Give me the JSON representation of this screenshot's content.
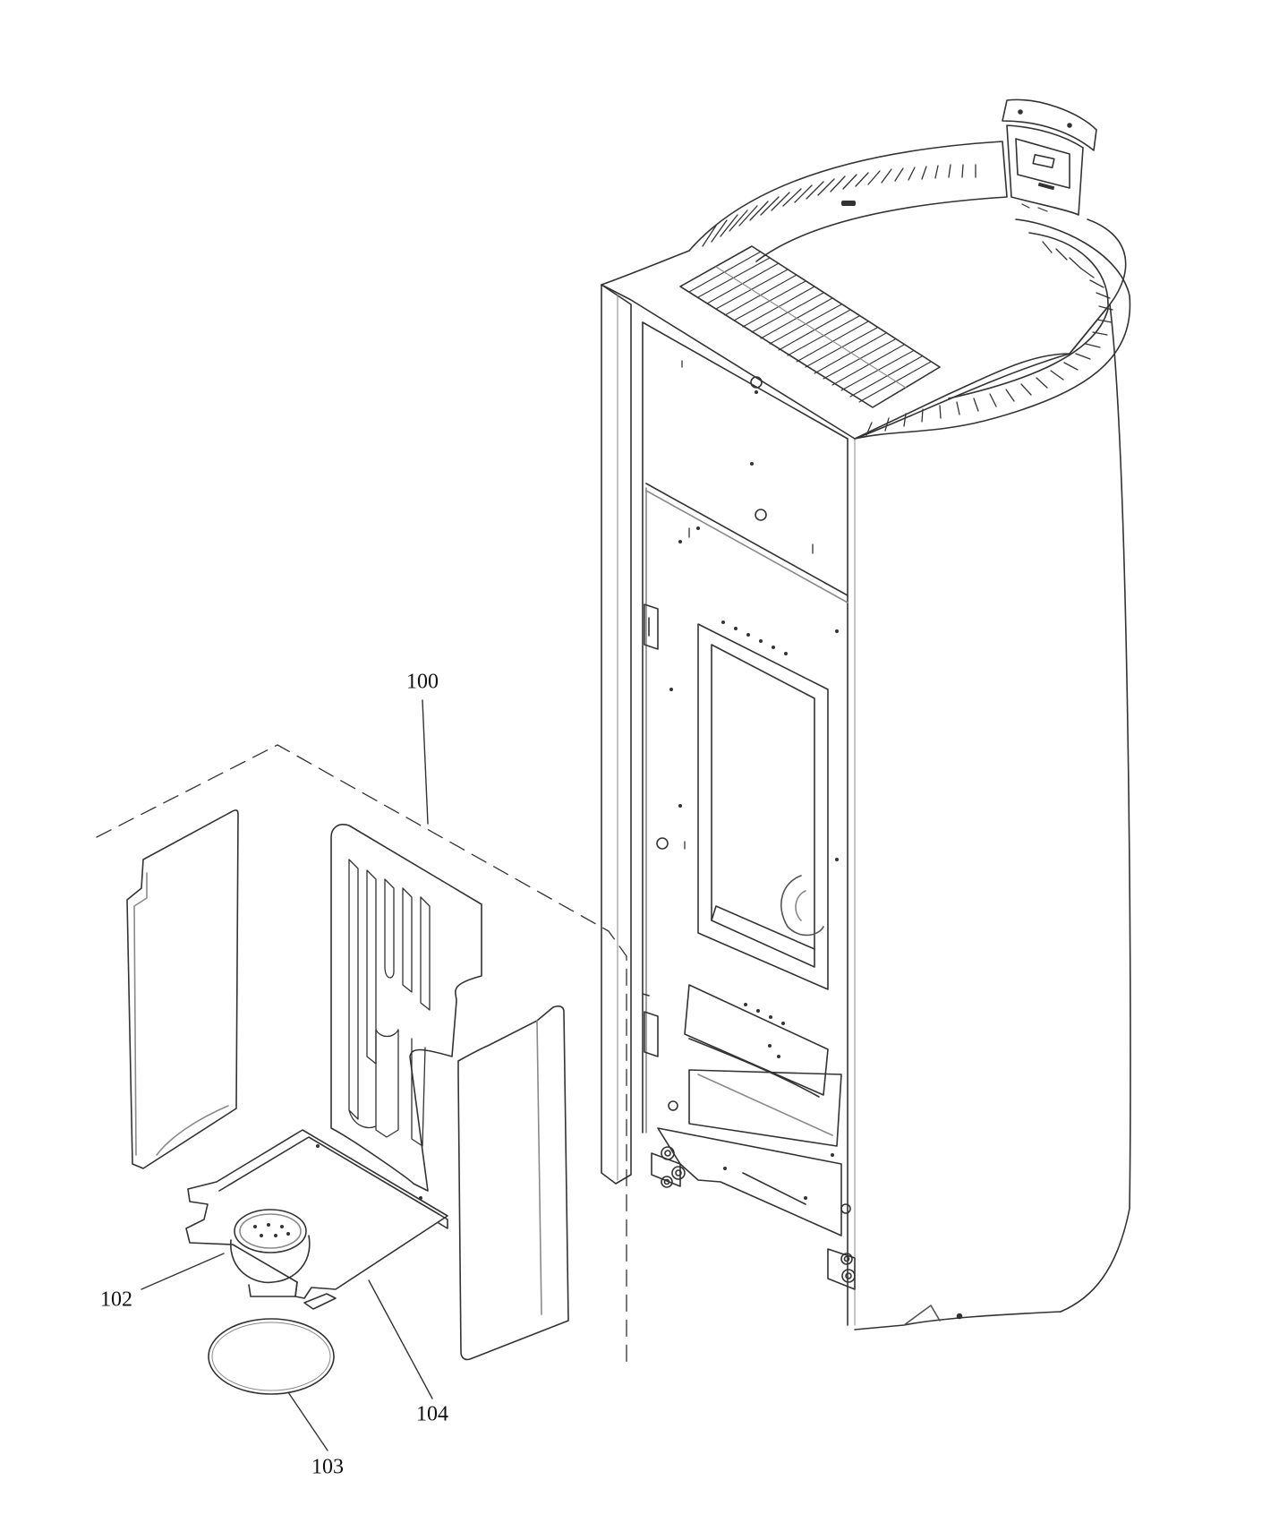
{
  "callouts": {
    "part_100": "100",
    "part_102": "102",
    "part_103": "103",
    "part_104": "104"
  },
  "colors": {
    "line": "#333333",
    "light_line": "#8a8a8a",
    "background": "#ffffff"
  }
}
